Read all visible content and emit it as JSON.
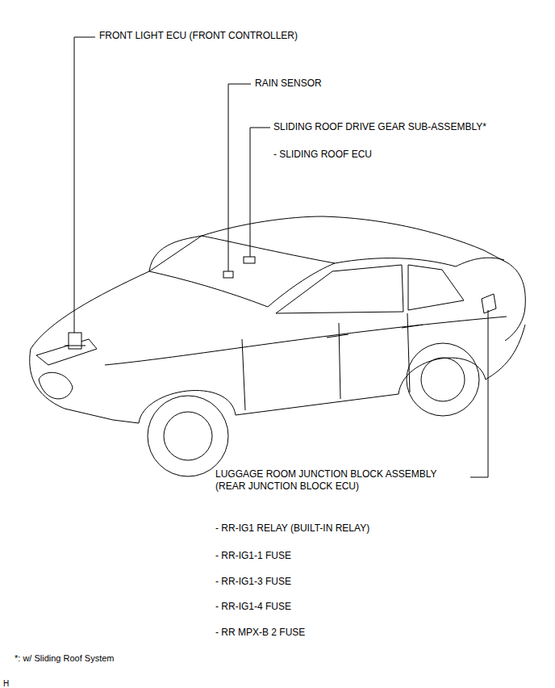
{
  "diagram": {
    "labels": [
      "FRONT LIGHT ECU (FRONT CONTROLLER)",
      "RAIN SENSOR",
      "SLIDING ROOF DRIVE GEAR SUB-ASSEMBLY*",
      "- SLIDING ROOF ECU",
      "LUGGAGE ROOM JUNCTION BLOCK ASSEMBLY (REAR JUNCTION BLOCK ECU)",
      "- RR-IG1 RELAY (BUILT-IN RELAY)",
      "- RR-IG1-1 FUSE",
      "- RR-IG1-3 FUSE",
      "- RR-IG1-4 FUSE",
      "- RR MPX-B 2 FUSE",
      "*: w/ Sliding Roof System",
      "H"
    ]
  }
}
